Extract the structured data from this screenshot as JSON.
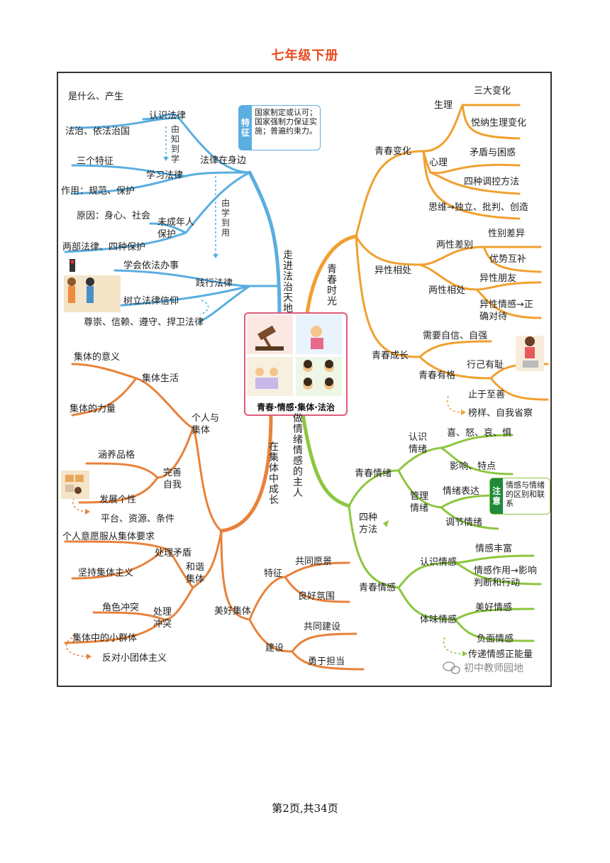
{
  "page": {
    "title": "七年级下册",
    "footer": "第2页,共34页"
  },
  "center": {
    "title": "青春·情感·集体·法治"
  },
  "law": {
    "trunk": "走进法治天地",
    "n1": "法律在身边",
    "n1a": "认识法律",
    "n1a1": "是什么、产生",
    "n1a2": "法治、依法治国",
    "n1b": "学习法律",
    "n1b1": "三个特征",
    "n1b2": "作用：规范、保护",
    "n1c": "未成年人保护",
    "n1c1": "原因：身心、社会",
    "n1c2": "两部法律、四种保护",
    "arrow1": "由知到学",
    "arrow2": "由学到用",
    "n2": "践行法律",
    "n2a": "学会依法办事",
    "n2b": "树立法律信仰",
    "n2c": "尊崇、信赖、遵守、捍卫法律",
    "note_tag": "特征",
    "note_text": "国家制定或认可；国家强制力保证实施；普遍约束力。"
  },
  "youth": {
    "trunk": "青春时光",
    "n1": "青春变化",
    "n1a": "生理",
    "n1a1": "三大变化",
    "n1a2": "悦纳生理变化",
    "n1b": "心理",
    "n1b1": "矛盾与困惑",
    "n1b2": "四种调控方法",
    "n1c": "思维→独立、批判、创造",
    "n2": "异性相处",
    "n2a": "两性差别",
    "n2a1": "性别差异",
    "n2a2": "优势互补",
    "n2b": "两性相处",
    "n2b1": "异性朋友",
    "n2b2": "异性情感→正确对待",
    "n3": "青春成长",
    "n3a": "需要自信、自强",
    "n3b": "青春有格",
    "n3b1": "行己有耻",
    "n3b2": "止于至善",
    "n3c": "榜样、自我省察"
  },
  "collective": {
    "trunk": "在集体中成长",
    "n1": "个人与集体",
    "n1a": "集体生活",
    "n1a1": "集体的意义",
    "n1a2": "集体的力量",
    "n1b": "完善自我",
    "n1b1": "涵养品格",
    "n1b2": "发展个性",
    "n1c": "平台、资源、条件",
    "n2": "和谐集体",
    "n2a": "处理矛盾",
    "n2a1": "个人意愿服从集体要求",
    "n2a2": "坚持集体主义",
    "n2b": "处理冲突",
    "n2b1": "角色冲突",
    "n2b2": "集体中的小群体",
    "n2c": "反对小团体主义",
    "n3": "美好集体",
    "n3a": "特征",
    "n3a1": "共同愿景",
    "n3a2": "良好氛围",
    "n3b": "建设",
    "n3b1": "共同建设",
    "n3b2": "勇于担当"
  },
  "emotion": {
    "trunk": "做情绪情感的主人",
    "n1": "青春情绪",
    "n1a": "认识情绪",
    "n1a1": "喜、怒、哀、惧",
    "n1a2": "影响、特点",
    "n1b": "管理情绪",
    "n1b1": "情绪表达",
    "n1b2": "调节情绪",
    "n1c": "四种方法",
    "n2": "青春情感",
    "n2a": "认识情感",
    "n2a1": "情感丰富",
    "n2a2": "情感作用→影响判断和行动",
    "n2b": "体味情感",
    "n2b1": "美好情感",
    "n2b2": "负面情感",
    "n2c": "传递情感正能量",
    "note_tag": "注意",
    "note_text": "情感与情绪的区别和联系"
  },
  "watermark": "初中教师园地",
  "colors": {
    "title": "#e8491d",
    "law": "#5aaee0",
    "youth": "#f0a030",
    "collective": "#e8823a",
    "emotion": "#8cc63f",
    "center_border": "#e05a7a"
  }
}
